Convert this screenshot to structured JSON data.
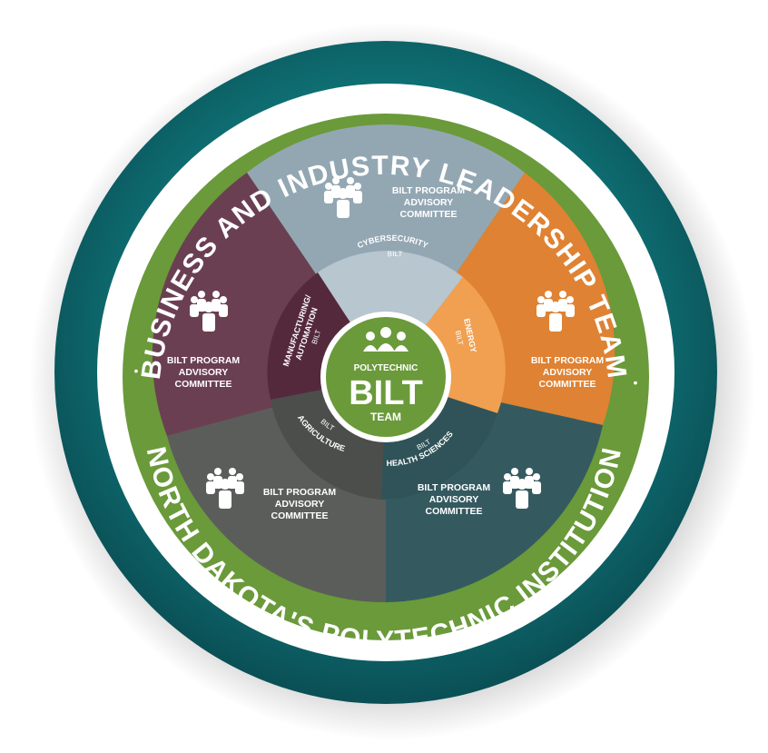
{
  "ring": {
    "top_text": "BUSINESS AND INDUSTRY LEADERSHIP TEAM",
    "bottom_text": "NORTH DAKOTA'S POLYTECHNIC INSTITUTION",
    "separator": "•"
  },
  "center": {
    "line1": "POLYTECHNIC",
    "line2": "BILT",
    "line3": "TEAM",
    "icon": "people-group-icon"
  },
  "committee": {
    "line1": "BILT PROGRAM",
    "line2": "ADVISORY",
    "line3": "COMMITTEE",
    "icon": "people-group-icon"
  },
  "programs": [
    {
      "name": "CYBERSECURITY",
      "sub": "BILT"
    },
    {
      "name": "ENERGY",
      "sub": "BILT"
    },
    {
      "name": "HEALTH SCIENCES",
      "sub": "BILT"
    },
    {
      "name": "AGRICULTURE",
      "sub": "BILT"
    },
    {
      "name": "MANUFACTURING/",
      "name2": "AUTOMATION",
      "sub": "BILT"
    }
  ],
  "colors": {
    "teal_outer": "#0e6f73",
    "green_ring": "#6a9a3a",
    "cybersecurity": "#93a7b3",
    "energy": "#df8233",
    "health_sciences": "#345a60",
    "agriculture": "#5b5d5b",
    "manufacturing": "#6b3f52",
    "center_green": "#6a9a3a"
  }
}
